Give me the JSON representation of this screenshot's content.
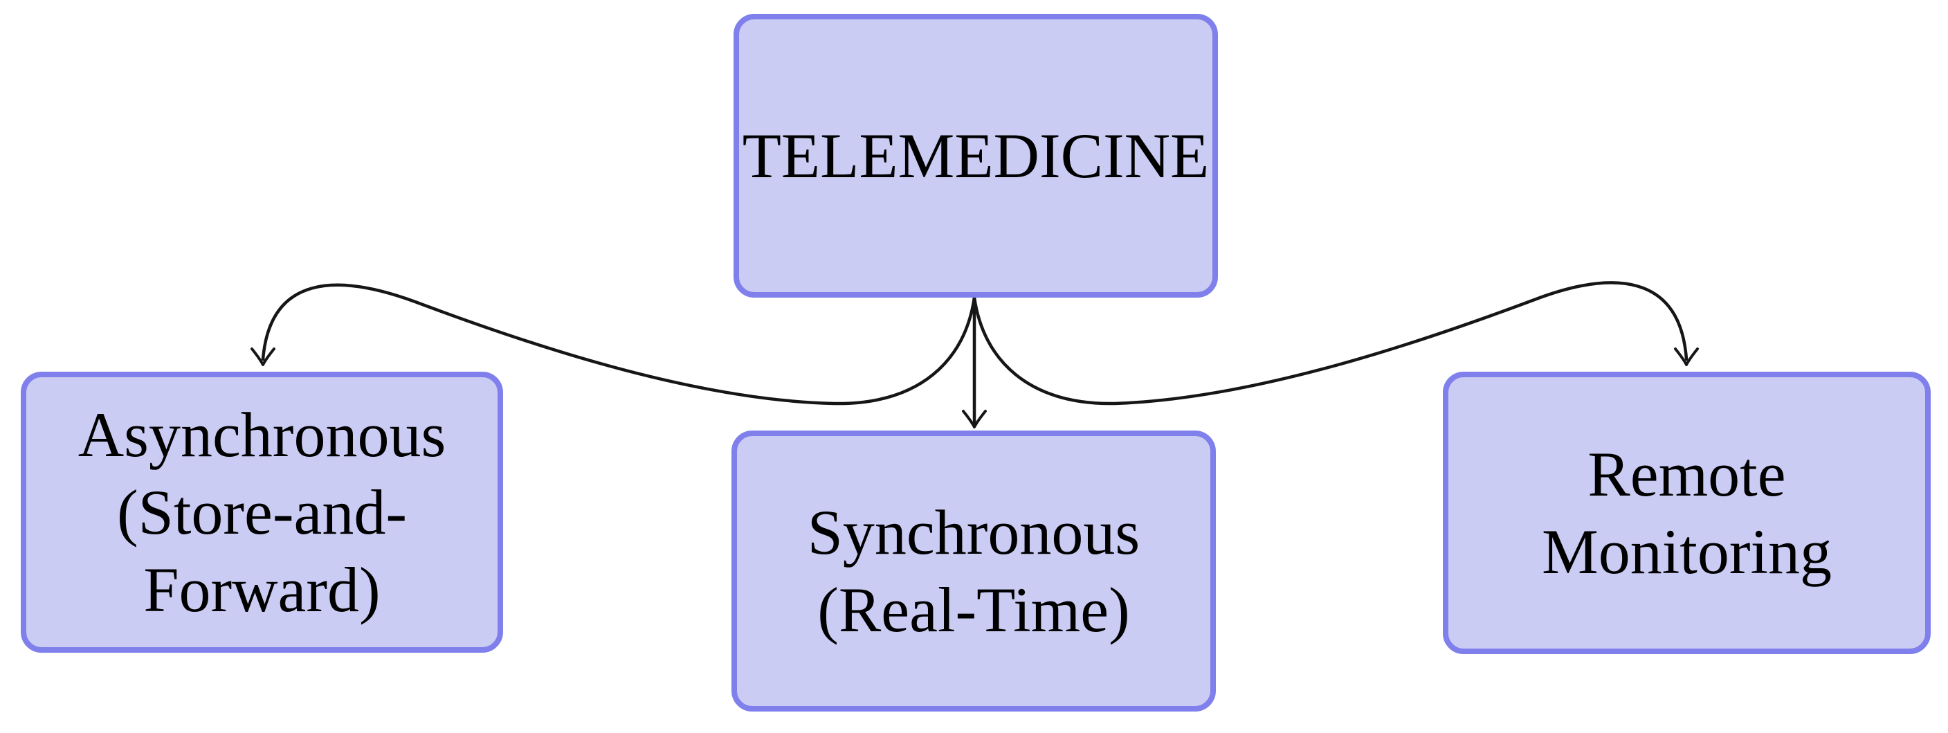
{
  "diagram": {
    "root": {
      "label": "TELEMEDICINE"
    },
    "children": [
      {
        "lines": [
          "Asynchronous",
          "(Store-and-",
          "Forward)"
        ]
      },
      {
        "lines": [
          "Synchronous",
          "(Real-Time)"
        ]
      },
      {
        "lines": [
          "Remote",
          "Monitoring"
        ]
      }
    ],
    "edges": [
      {
        "from": "TELEMEDICINE",
        "to": "Asynchronous (Store-and-Forward)"
      },
      {
        "from": "TELEMEDICINE",
        "to": "Synchronous (Real-Time)"
      },
      {
        "from": "TELEMEDICINE",
        "to": "Remote Monitoring"
      }
    ],
    "colors": {
      "background": "#ffffff",
      "node_fill": "#cbccf4",
      "node_border": "#7f80ec",
      "text": "#000000",
      "edge": "#161616"
    }
  }
}
